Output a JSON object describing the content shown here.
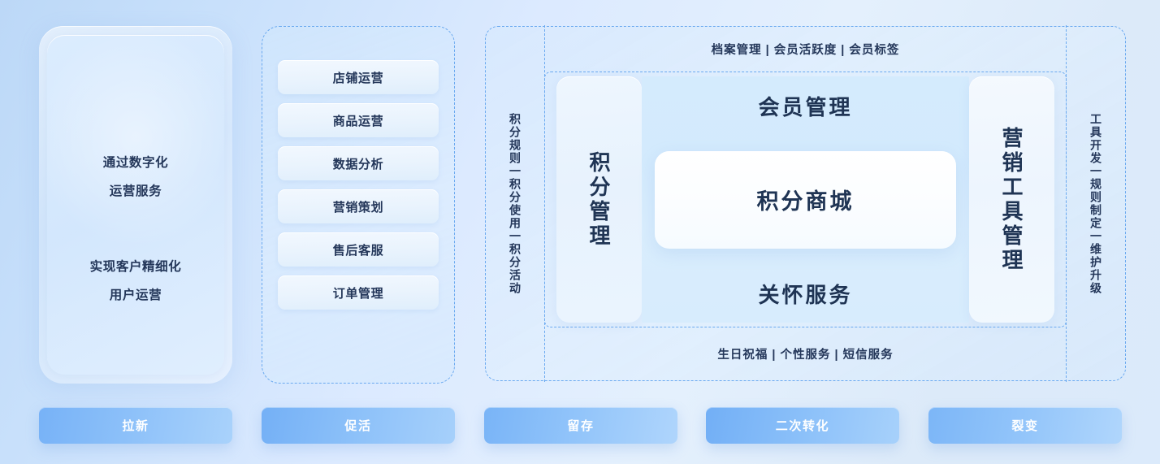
{
  "theme": {
    "accent": "#6aa9f0",
    "text_dark": "#1f3454",
    "card_blue": "#d6ebfd",
    "button_blue": "#8cc0f9"
  },
  "phone_panel": {
    "line_1": "通过数字化",
    "line_2": "运营服务",
    "line_3": "实现客户精细化",
    "line_4": "用户运营"
  },
  "ops_panel": {
    "items": [
      {
        "label": "店铺运营"
      },
      {
        "label": "商品运营"
      },
      {
        "label": "数据分析"
      },
      {
        "label": "营销策划"
      },
      {
        "label": "售后客服"
      },
      {
        "label": "订单管理"
      }
    ]
  },
  "system_panel": {
    "rail_left": "积分规则一积分使用一积分活动",
    "rail_right": "工具开发一规则制定一维护升级",
    "band_top": "档案管理 | 会员活跃度 | 会员标签",
    "band_bottom": "生日祝福 | 个性服务 | 短信服务",
    "points_card": "积分管理",
    "tools_card": "营销工具管理",
    "center": {
      "top": "会员管理",
      "middle": "积分商城",
      "bottom": "关怀服务"
    }
  },
  "stage_bar": {
    "buttons": [
      {
        "label": "拉新"
      },
      {
        "label": "促活"
      },
      {
        "label": "留存"
      },
      {
        "label": "二次转化"
      },
      {
        "label": "裂变"
      }
    ]
  }
}
